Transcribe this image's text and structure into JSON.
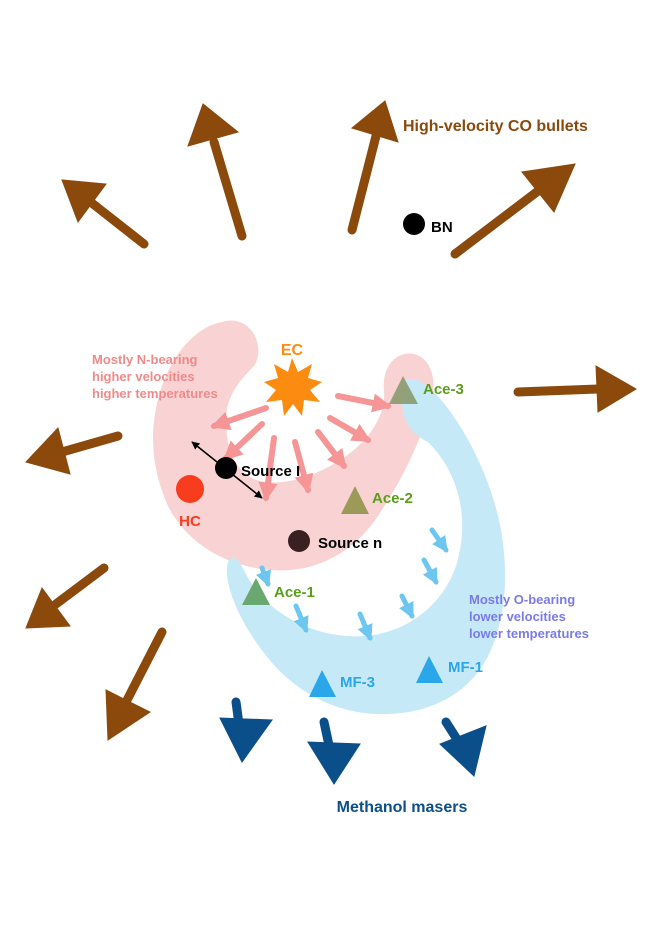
{
  "labels": {
    "co_bullets": "High-velocity CO bullets",
    "bn": "BN",
    "ec": "EC",
    "n_bearing_line1": "Mostly N-bearing",
    "n_bearing_line2": "higher velocities",
    "n_bearing_line3": "higher temperatures",
    "o_bearing_line1": "Mostly O-bearing",
    "o_bearing_line2": "lower velocities",
    "o_bearing_line3": "lower temperatures",
    "source_i": "Source I",
    "source_n": "Source n",
    "hc": "HC",
    "ace1": "Ace-1",
    "ace2": "Ace-2",
    "ace3": "Ace-3",
    "mf1": "MF-1",
    "mf3": "MF-3",
    "methanol_masers": "Methanol masers"
  },
  "colors": {
    "co_bullet_brown": "#8b4a0c",
    "n_region_pink": "#f9d3d3",
    "n_text_pink": "#f08a8a",
    "n_arrow_pink": "#f59595",
    "o_region_blue": "#c6e9f8",
    "o_text_purple": "#7b7be6",
    "o_arrow_blue": "#6cc6ef",
    "maser_blue": "#0b4f8a",
    "ec_orange": "#fb8c10",
    "hc_red": "#f93b1e",
    "ace_green": "#5a9e1a",
    "mf_blue": "#2aa7e8",
    "source_black": "#000000",
    "source_n_brown": "#3a2020"
  },
  "icons": {
    "ec": "star-burst-icon",
    "bn": "filled-circle-icon",
    "source_i": "filled-circle-icon",
    "source_n": "filled-circle-icon",
    "hc": "filled-circle-icon",
    "ace": "triangle-icon",
    "mf": "triangle-icon"
  }
}
